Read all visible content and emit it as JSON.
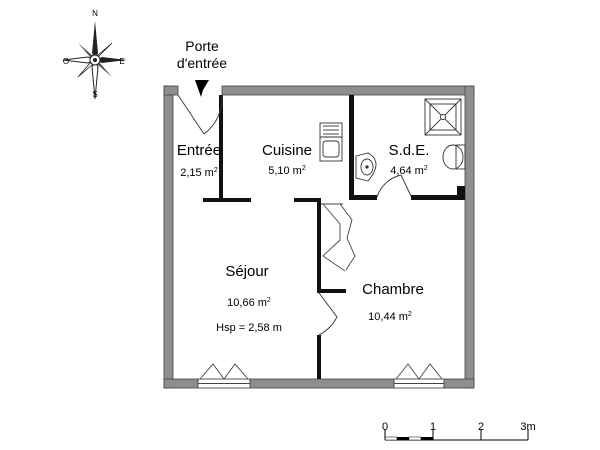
{
  "compass": {
    "n": "N",
    "s": "S",
    "e": "E",
    "w": "O"
  },
  "entrance": {
    "line1": "Porte",
    "line2": "d'entrée"
  },
  "rooms": [
    {
      "id": "entree",
      "name": "Entrée",
      "area_value": "2,15 m",
      "area_sup": "2"
    },
    {
      "id": "cuisine",
      "name": "Cuisine",
      "area_value": "5,10 m",
      "area_sup": "2"
    },
    {
      "id": "sde",
      "name": "S.d.E.",
      "area_value": "4,64 m",
      "area_sup": "2"
    },
    {
      "id": "sejour",
      "name": "Séjour",
      "area_value": "10,66 m",
      "area_sup": "2",
      "height": "Hsp = 2,58 m"
    },
    {
      "id": "chambre",
      "name": "Chambre",
      "area_value": "10,44 m",
      "area_sup": "2"
    }
  ],
  "scale": {
    "labels": [
      "0",
      "1",
      "2",
      "3m"
    ]
  }
}
